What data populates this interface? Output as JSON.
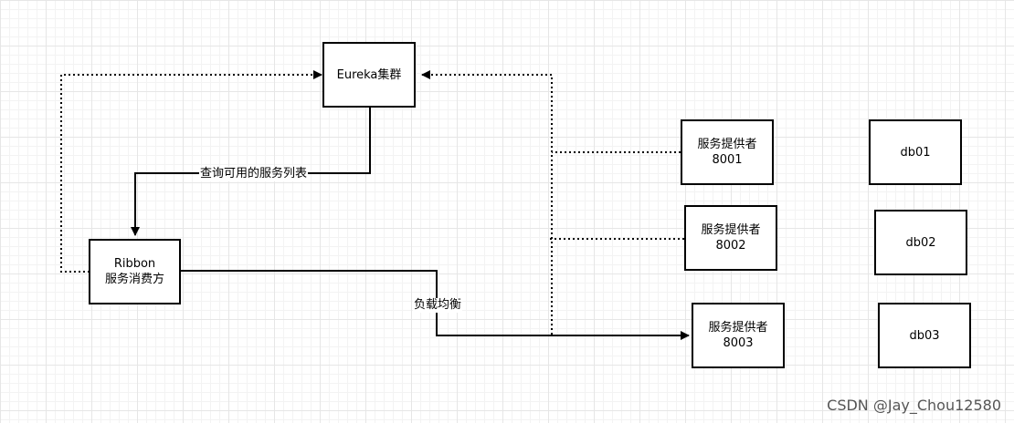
{
  "diagram": {
    "nodes": {
      "eureka": {
        "line1": "Eureka集群"
      },
      "ribbon": {
        "line1": "Ribbon",
        "line2": "服务消费方"
      },
      "provider1": {
        "line1": "服务提供者",
        "line2": "8001"
      },
      "provider2": {
        "line1": "服务提供者",
        "line2": "8002"
      },
      "provider3": {
        "line1": "服务提供者",
        "line2": "8003"
      },
      "db1": {
        "line1": "db01"
      },
      "db2": {
        "line1": "db02"
      },
      "db3": {
        "line1": "db03"
      }
    },
    "edge_labels": {
      "query": "查询可用的服务列表",
      "balance": "负载均衡"
    },
    "colors": {
      "line": "#000000",
      "grid": "#e6e6e6"
    }
  },
  "watermark": "CSDN @Jay_Chou12580"
}
